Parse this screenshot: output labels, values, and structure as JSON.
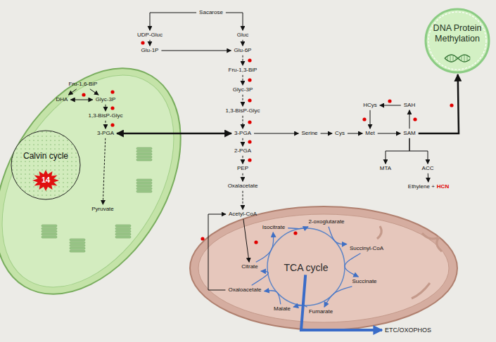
{
  "diagram": {
    "nodes": [
      {
        "text": [
          "Sacarose"
        ]
      },
      {
        "text": [
          "UDP-Gluc"
        ]
      },
      {
        "text": [
          "Gluc"
        ]
      },
      {
        "text": [
          "Glu-1P"
        ]
      },
      {
        "text": [
          "Glu-6P"
        ]
      },
      {
        "text": [
          "Fru-1,3-BiP"
        ]
      },
      {
        "text": [
          "Glyc-3P"
        ]
      },
      {
        "text": [
          "1,3-BisP-Glyc"
        ]
      },
      {
        "text": [
          "3-PGA"
        ]
      },
      {
        "text": [
          "2-PGA"
        ]
      },
      {
        "text": [
          "PEP"
        ]
      },
      {
        "text": [
          "Oxalacetate"
        ]
      },
      {
        "text": [
          "Acetyl-CoA"
        ]
      },
      {
        "text": [
          "DNA Protein Methylation"
        ]
      },
      {
        "text": [
          "Calvin cycle"
        ]
      },
      {
        "text": [
          "14"
        ],
        "in": 14
      },
      {
        "text": [
          "Fru-1,6-BiP"
        ]
      },
      {
        "text": [
          "DHA"
        ]
      },
      {
        "text": [
          "Glyc-3P"
        ]
      },
      {
        "text": [
          "1,3-BisP-Glyc"
        ]
      },
      {
        "text": [
          "3-PGA"
        ]
      },
      {
        "text": [
          "Pyruvate"
        ]
      },
      {
        "text": [
          "HCys"
        ]
      },
      {
        "text": [
          "SAH"
        ]
      },
      {
        "text": [
          "Serine"
        ]
      },
      {
        "text": [
          "Cys"
        ]
      },
      {
        "text": [
          "Met"
        ]
      },
      {
        "text": [
          "SAM"
        ]
      },
      {
        "text": [
          "MTA"
        ]
      },
      {
        "text": [
          "ACC"
        ]
      },
      {
        "text": [
          "Ethylene +",
          "HCN"
        ]
      },
      {
        "text": [
          "TCA cycle"
        ]
      },
      {
        "text": [
          "Isocitrate"
        ]
      },
      {
        "text": [
          "2-oxoglutarate"
        ]
      },
      {
        "text": [
          "Succinyl-CoA"
        ]
      },
      {
        "text": [
          "Citrate"
        ]
      },
      {
        "text": [
          "Succinate"
        ]
      },
      {
        "text": [
          "Oxaloacetate"
        ]
      },
      {
        "text": [
          "Fumarate"
        ]
      },
      {
        "text": [
          "Malate"
        ]
      },
      {
        "text": [
          "ETC/OXOPHOS"
        ]
      }
    ],
    "edges": [
      {
        "from": 0,
        "to": 1,
        "arrow": "to"
      },
      {
        "from": 0,
        "to": 2,
        "arrow": "to"
      },
      {
        "from": 1,
        "to": 3,
        "arrow": "to"
      },
      {
        "from": 3,
        "to": 4,
        "arrow": "to"
      },
      {
        "from": 2,
        "to": 4,
        "arrow": "to"
      },
      {
        "from": 4,
        "to": 5,
        "arrow": "to"
      },
      {
        "from": 5,
        "to": 6,
        "arrow": "to"
      },
      {
        "from": 6,
        "to": 7,
        "arrow": "to"
      },
      {
        "from": 7,
        "to": 8,
        "arrow": "to"
      },
      {
        "from": 8,
        "to": 9,
        "arrow": "to"
      },
      {
        "from": 9,
        "to": 10,
        "arrow": "to"
      },
      {
        "from": 10,
        "to": 11,
        "arrow": "to"
      },
      {
        "from": 11,
        "to": 12,
        "arrow": "to"
      },
      {
        "from": 12,
        "to": 35,
        "arrow": "to"
      },
      {
        "from": 37,
        "to": 12,
        "arrow": "to"
      },
      {
        "from": 16,
        "to": 17,
        "arrow": "to"
      },
      {
        "from": 16,
        "to": 18,
        "arrow": "to"
      },
      {
        "from": 17,
        "to": 18,
        "arrow": "both"
      },
      {
        "from": 18,
        "to": 19,
        "arrow": "to"
      },
      {
        "from": 19,
        "to": 20,
        "arrow": "to"
      },
      {
        "from": 20,
        "to": 21,
        "arrow": "to"
      },
      {
        "from": 20,
        "to": 8,
        "arrow": "both"
      },
      {
        "from": 8,
        "to": 24,
        "arrow": "to"
      },
      {
        "from": 24,
        "to": 25,
        "arrow": "to"
      },
      {
        "from": 25,
        "to": 26,
        "arrow": "to"
      },
      {
        "from": 22,
        "to": 26,
        "arrow": "to"
      },
      {
        "from": 23,
        "to": 22,
        "arrow": "to"
      },
      {
        "from": 27,
        "to": 23,
        "arrow": "to"
      },
      {
        "from": 26,
        "to": 27,
        "arrow": "to"
      },
      {
        "from": 27,
        "to": 28,
        "arrow": "to"
      },
      {
        "from": 27,
        "to": 29,
        "arrow": "to"
      },
      {
        "from": 29,
        "to": 30,
        "arrow": "to"
      },
      {
        "from": 27,
        "to": 13,
        "arrow": "to"
      },
      {
        "from": 35,
        "to": 32,
        "arrow": "to"
      },
      {
        "from": 32,
        "to": 33,
        "arrow": "to"
      },
      {
        "from": 33,
        "to": 34,
        "arrow": "to"
      },
      {
        "from": 34,
        "to": 36,
        "arrow": "to"
      },
      {
        "from": 36,
        "to": 38,
        "arrow": "to"
      },
      {
        "from": 38,
        "to": 39,
        "arrow": "to"
      },
      {
        "from": 39,
        "to": 37,
        "arrow": "to"
      },
      {
        "from": 37,
        "to": 35,
        "arrow": "to"
      },
      {
        "from": 31,
        "to": 40,
        "arrow": "to"
      }
    ]
  }
}
